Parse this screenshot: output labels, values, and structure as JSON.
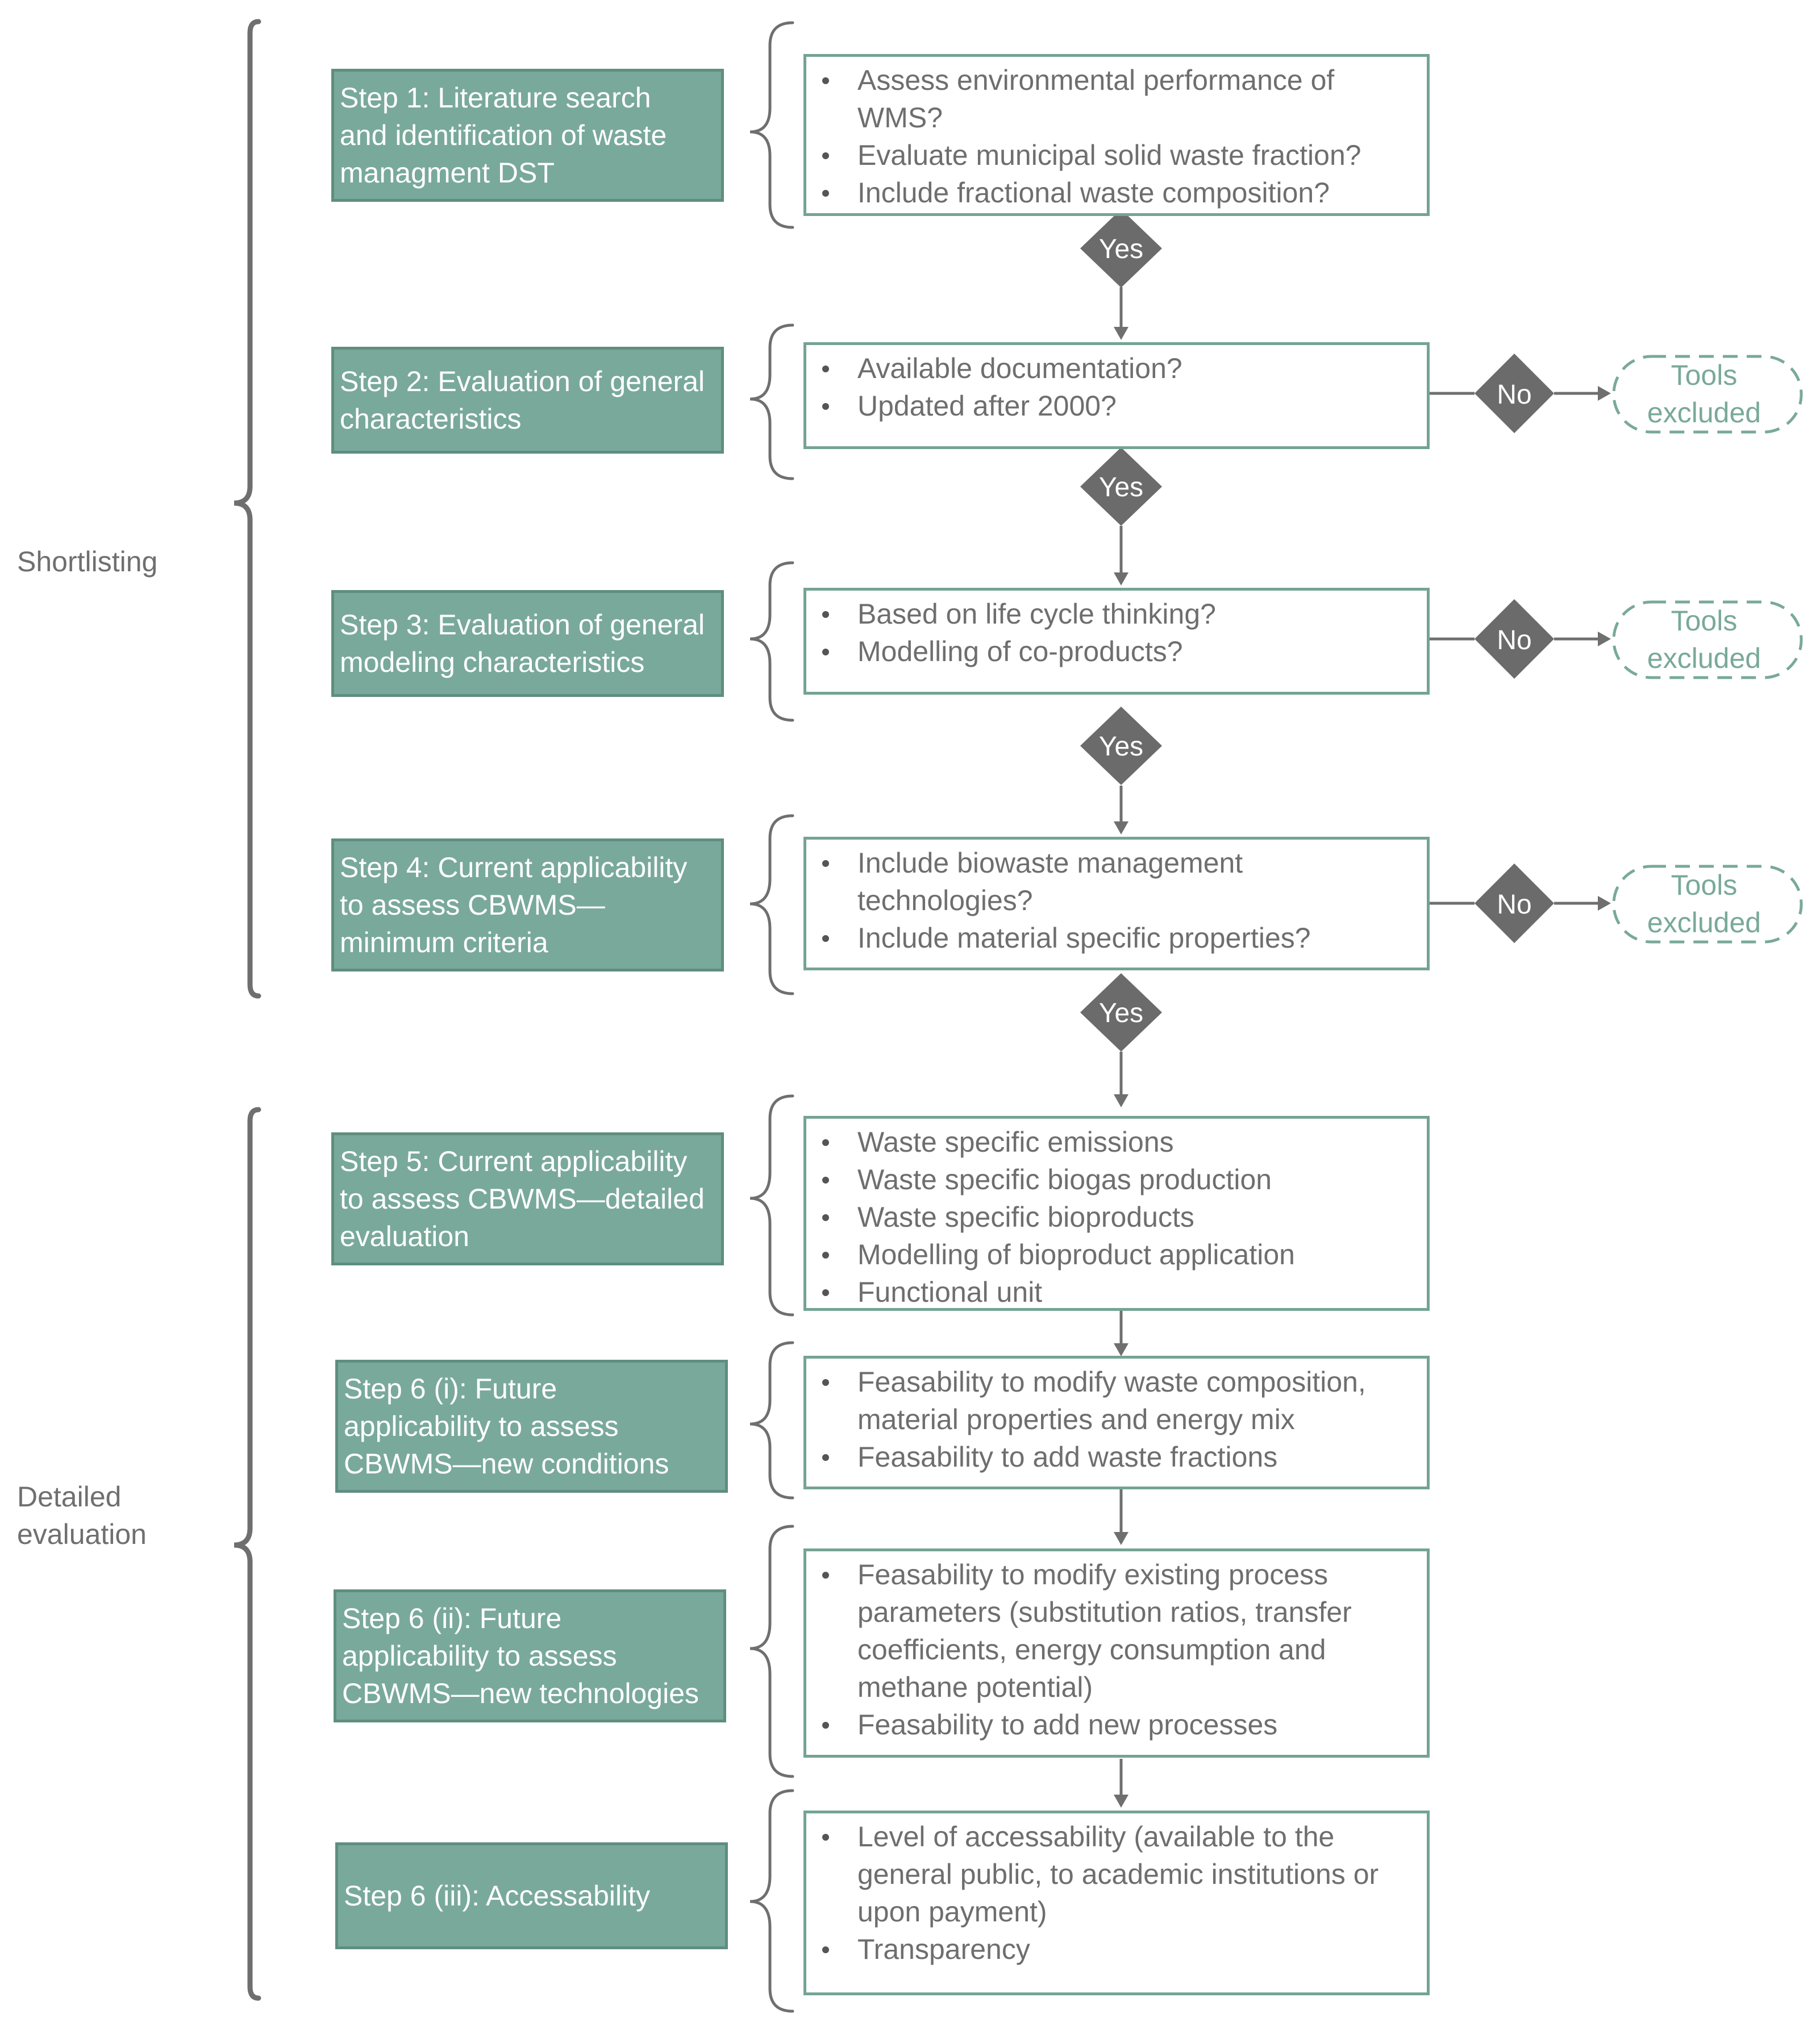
{
  "phases": {
    "shortlisting": "Shortlisting",
    "detailed": [
      "Detailed",
      "evaluation"
    ]
  },
  "steps": [
    {
      "lines": [
        "Step 1: Literature search",
        "and identification of waste",
        "managment DST"
      ]
    },
    {
      "lines": [
        "Step 2: Evaluation of general",
        "characteristics"
      ]
    },
    {
      "lines": [
        "Step 3: Evaluation of general",
        "modeling characteristics"
      ]
    },
    {
      "lines": [
        "Step 4: Current applicability",
        "to assess CBWMS—",
        "minimum  criteria"
      ]
    },
    {
      "lines": [
        "Step 5: Current applicability",
        "to assess CBWMS—detailed",
        "evaluation"
      ]
    },
    {
      "lines": [
        "Step 6 (i): Future",
        "applicability to assess",
        "CBWMS—new conditions"
      ]
    },
    {
      "lines": [
        "Step 6 (ii): Future",
        "applicability to assess",
        "CBWMS—new technologies"
      ]
    },
    {
      "lines": [
        "Step 6 (iii): Accessability"
      ]
    }
  ],
  "criteria": [
    {
      "items": [
        [
          "Assess environmental performance of",
          "WMS?"
        ],
        [
          "Evaluate municipal solid waste fraction?"
        ],
        [
          "Include fractional waste composition?"
        ]
      ]
    },
    {
      "items": [
        [
          "Available documentation?"
        ],
        [
          "Updated after 2000?"
        ]
      ]
    },
    {
      "items": [
        [
          "Based on life cycle thinking?"
        ],
        [
          "Modelling of co-products?"
        ]
      ]
    },
    {
      "items": [
        [
          "Include biowaste management",
          "technologies?"
        ],
        [
          "Include material specific properties?"
        ]
      ]
    },
    {
      "items": [
        [
          "Waste specific emissions"
        ],
        [
          "Waste specific biogas production"
        ],
        [
          "Waste specific bioproducts"
        ],
        [
          "Modelling of bioproduct application"
        ],
        [
          "Functional unit"
        ]
      ]
    },
    {
      "items": [
        [
          "Feasability to modify waste composition,",
          "material properties and energy mix"
        ],
        [
          "Feasability to add waste fractions"
        ]
      ]
    },
    {
      "items": [
        [
          "Feasability to modify existing process",
          "parameters (substitution ratios, transfer",
          "coefficients, energy consumption and",
          "methane potential)"
        ],
        [
          "Feasability to add new processes"
        ]
      ]
    },
    {
      "items": [
        [
          "Level of accessability (available to the",
          "general public, to academic institutions or",
          "upon payment)"
        ],
        [
          "Transparency"
        ]
      ]
    }
  ],
  "decisions": {
    "yes_label": "Yes",
    "no_label": "No"
  },
  "exclusion": {
    "lines": [
      "Tools",
      "excluded"
    ]
  },
  "colors": {
    "step_fill": "#79a99a",
    "step_border": "#5f8e80",
    "criteria_border": "#74a394",
    "diamond": "#6b6b6b",
    "text_gray": "#6e6e6e"
  }
}
